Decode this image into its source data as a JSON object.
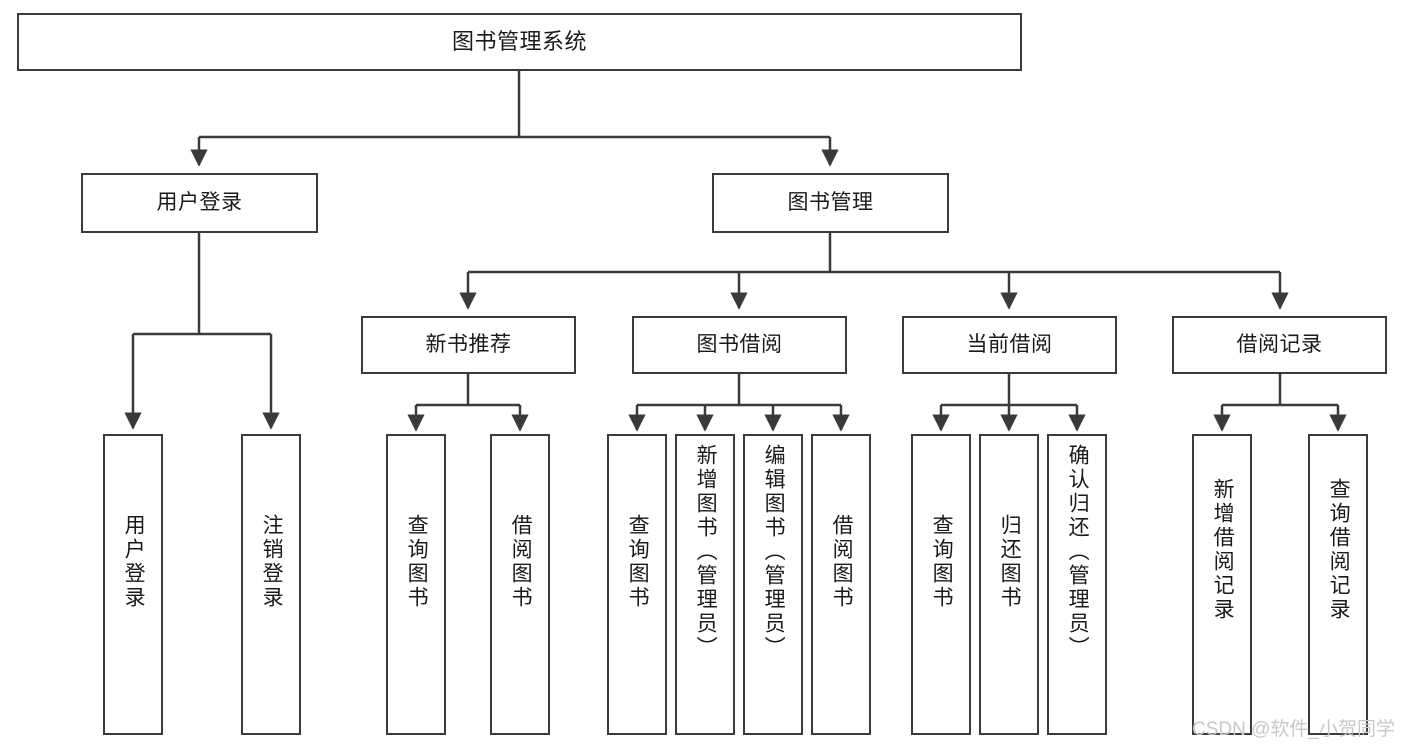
{
  "diagram": {
    "title": "图书管理系统",
    "type": "tree-hierarchy",
    "colors": {
      "box_border": "#3a3a3a",
      "box_fill": "#ffffff",
      "edge": "#3a3a3a",
      "text": "#1a1a1a",
      "watermark": "#c8c8c8",
      "background": "#ffffff"
    },
    "levels": [
      {
        "level": 1,
        "nodes": [
          {
            "id": "root",
            "label": "图书管理系统",
            "orientation": "horizontal"
          }
        ]
      },
      {
        "level": 2,
        "nodes": [
          {
            "id": "login",
            "label": "用户登录",
            "orientation": "horizontal",
            "parent": "root"
          },
          {
            "id": "bookmgmt",
            "label": "图书管理",
            "orientation": "horizontal",
            "parent": "root"
          }
        ]
      },
      {
        "level": 3,
        "nodes": [
          {
            "id": "newbook",
            "label": "新书推荐",
            "orientation": "horizontal",
            "parent": "bookmgmt"
          },
          {
            "id": "borrow",
            "label": "图书借阅",
            "orientation": "horizontal",
            "parent": "bookmgmt"
          },
          {
            "id": "current",
            "label": "当前借阅",
            "orientation": "horizontal",
            "parent": "bookmgmt"
          },
          {
            "id": "records",
            "label": "借阅记录",
            "orientation": "horizontal",
            "parent": "bookmgmt"
          }
        ]
      },
      {
        "level": 4,
        "nodes": [
          {
            "id": "leaf1",
            "label": "用户登录",
            "orientation": "vertical",
            "parent": "login"
          },
          {
            "id": "leaf2",
            "label": "注销登录",
            "orientation": "vertical",
            "parent": "login"
          },
          {
            "id": "leaf3",
            "label": "查询图书",
            "orientation": "vertical",
            "parent": "newbook"
          },
          {
            "id": "leaf4",
            "label": "借阅图书",
            "orientation": "vertical",
            "parent": "newbook"
          },
          {
            "id": "leaf5",
            "label": "查询图书",
            "orientation": "vertical",
            "parent": "borrow"
          },
          {
            "id": "leaf6",
            "label": "新增图书（管理员）",
            "orientation": "vertical",
            "parent": "borrow"
          },
          {
            "id": "leaf7",
            "label": "编辑图书（管理员）",
            "orientation": "vertical",
            "parent": "borrow"
          },
          {
            "id": "leaf8",
            "label": "借阅图书",
            "orientation": "vertical",
            "parent": "borrow"
          },
          {
            "id": "leaf9",
            "label": "查询图书",
            "orientation": "vertical",
            "parent": "current"
          },
          {
            "id": "leaf10",
            "label": "归还图书",
            "orientation": "vertical",
            "parent": "current"
          },
          {
            "id": "leaf11",
            "label": "确认归还（管理员）",
            "orientation": "vertical",
            "parent": "current"
          },
          {
            "id": "leaf12",
            "label": "新增借阅记录",
            "orientation": "vertical",
            "parent": "records"
          },
          {
            "id": "leaf13",
            "label": "查询借阅记录",
            "orientation": "vertical",
            "parent": "records"
          }
        ]
      }
    ]
  },
  "watermark": {
    "text": "CSDN @软件_小贺同学"
  }
}
